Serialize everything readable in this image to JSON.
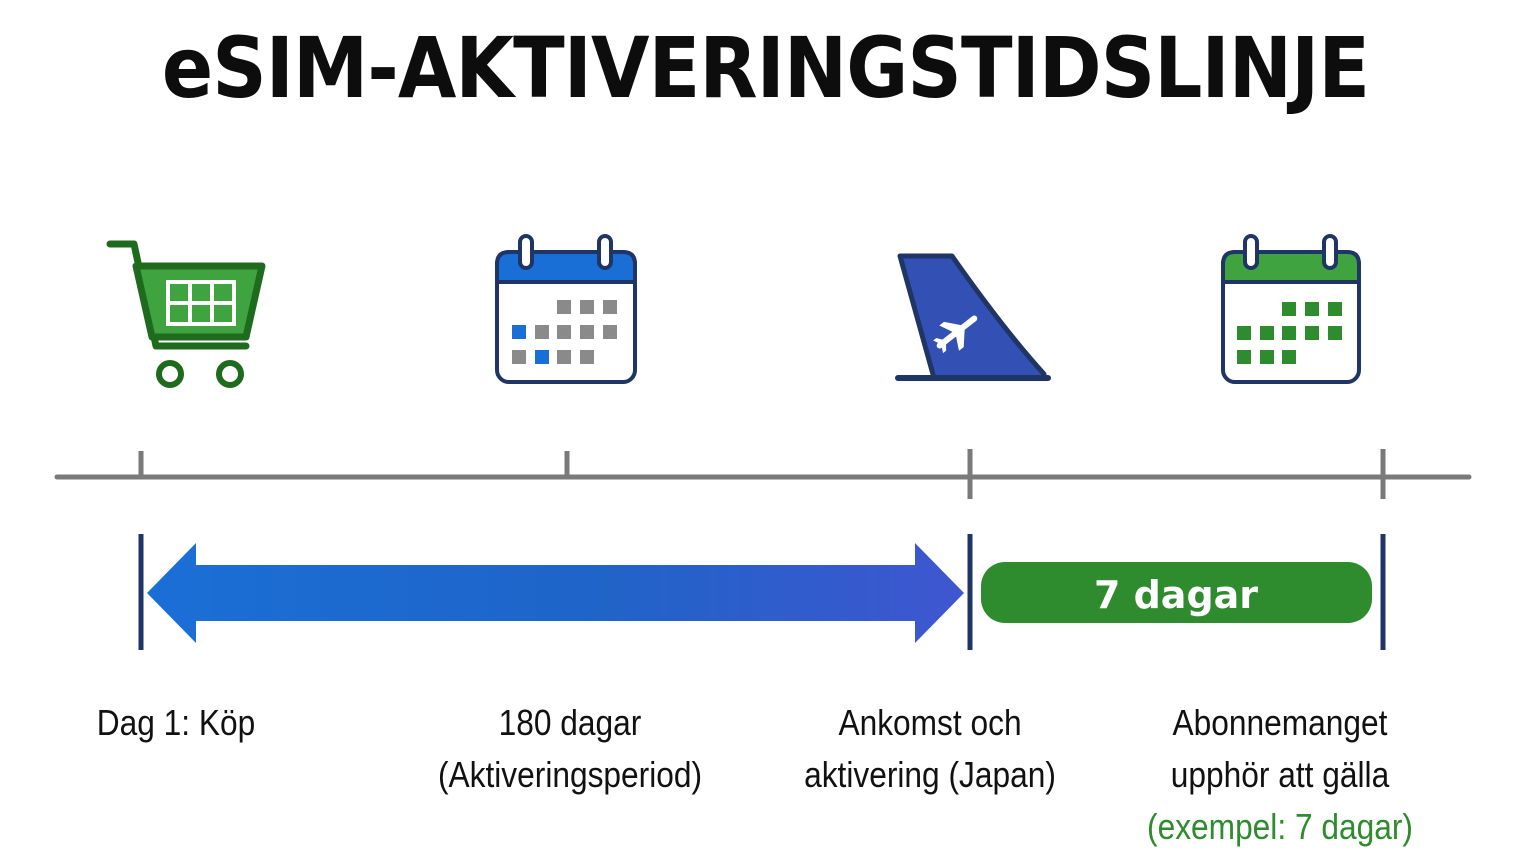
{
  "title": "eSIM-AKTIVERINGSTIDSLINJE",
  "colors": {
    "blue": "#1a6fd6",
    "navy": "#1f3566",
    "green": "#2e8b2e",
    "axis": "#7a7a7a",
    "text": "#111111"
  },
  "icons": [
    "shopping-cart-icon",
    "calendar-blue-icon",
    "airplane-tail-icon",
    "calendar-green-icon"
  ],
  "bars": {
    "activation_period_label": "",
    "validity_label": "7 dagar"
  },
  "milestones": [
    {
      "lines": [
        "Dag 1: Köp"
      ],
      "accent": ""
    },
    {
      "lines": [
        "180 dagar",
        "(Aktiveringsperiod)"
      ],
      "accent": ""
    },
    {
      "lines": [
        "Ankomst och",
        "aktivering (Japan)"
      ],
      "accent": ""
    },
    {
      "lines": [
        "Abonnemanget",
        "upphör att gälla"
      ],
      "accent": "(exempel: 7 dagar)"
    }
  ]
}
